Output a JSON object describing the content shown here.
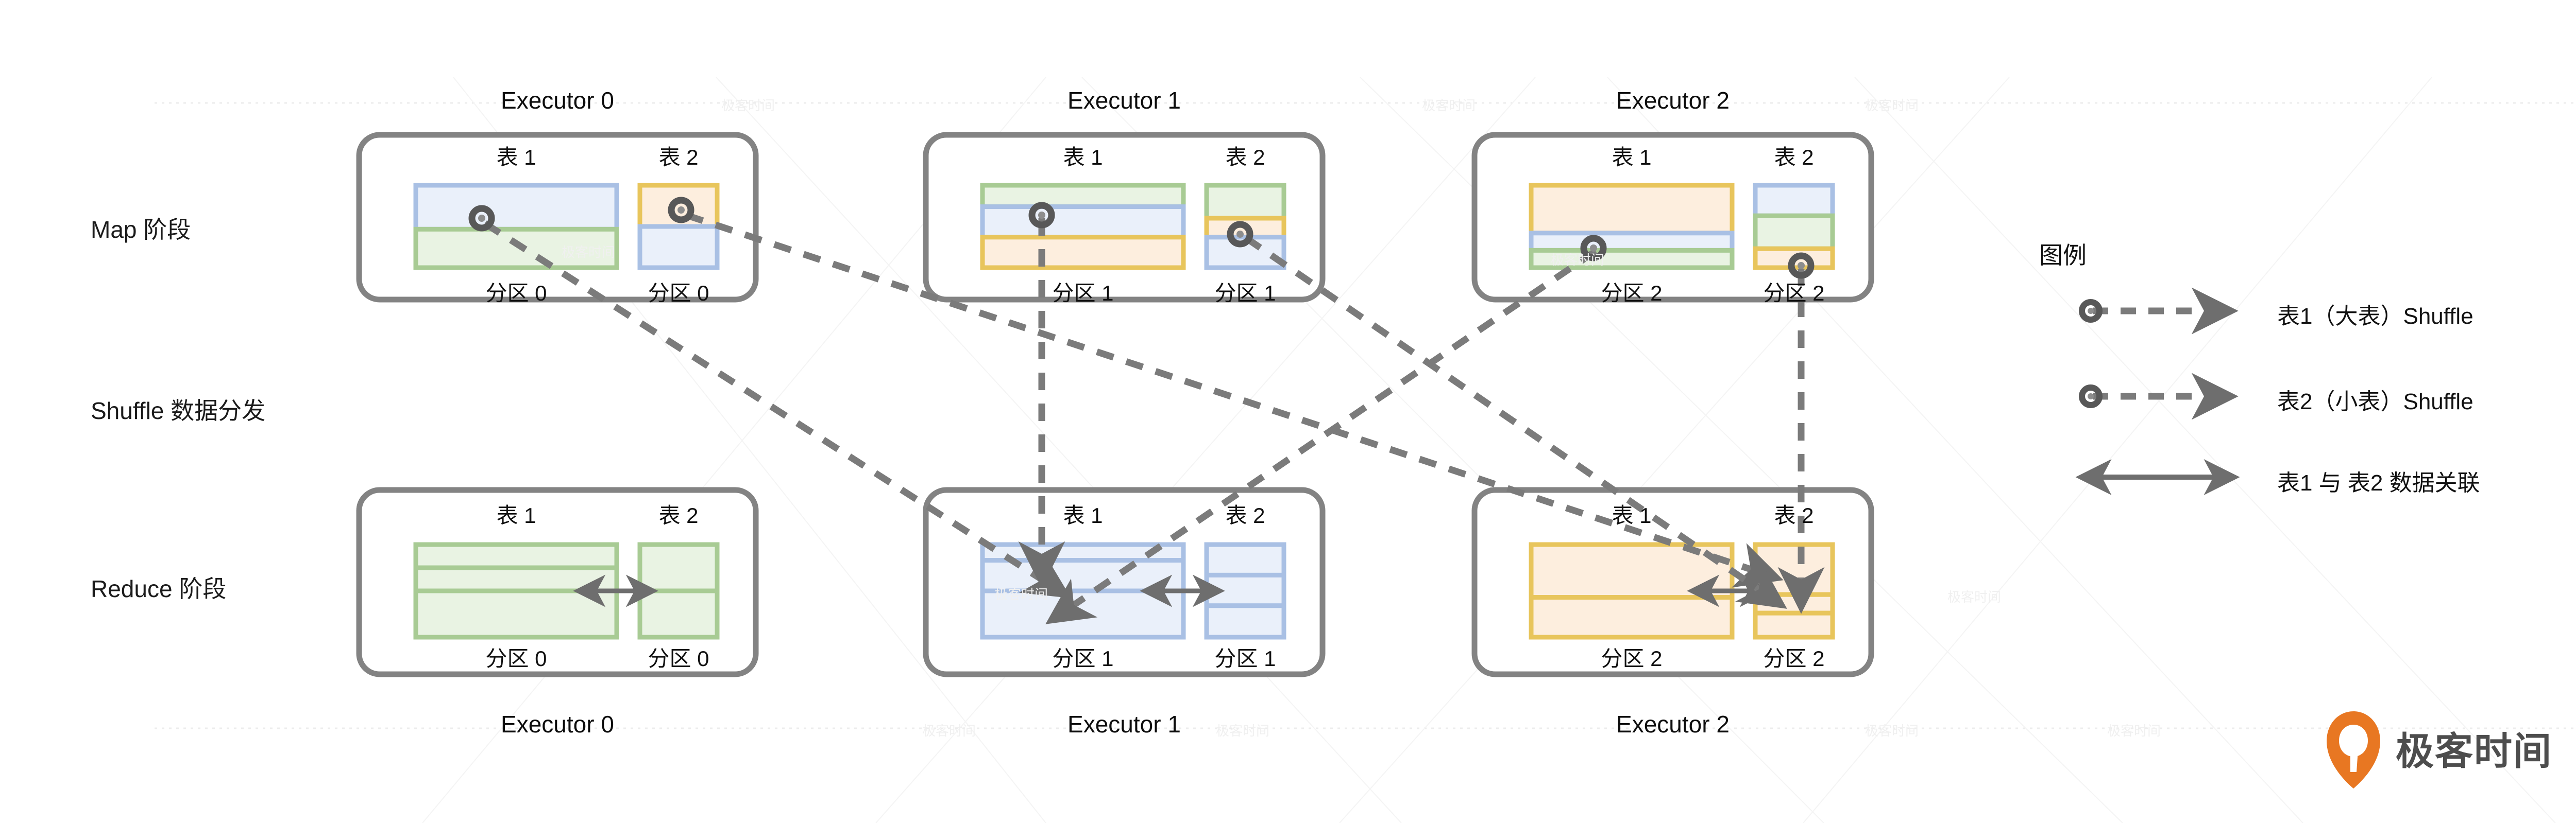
{
  "diagram": {
    "title_hidden": "Spark Shuffle Join 数据流",
    "stages": [
      {
        "id": "map",
        "label": "Map 阶段"
      },
      {
        "id": "shuffle",
        "label": "Shuffle 数据分发"
      },
      {
        "id": "reduce",
        "label": "Reduce 阶段"
      }
    ],
    "colors": {
      "blue_fill": "#eaf0fa",
      "blue_border": "#a9c0e4",
      "green_fill": "#e9f3e3",
      "green_border": "#a8cb94",
      "orange_fill": "#fdeede",
      "orange_border": "#e8c55c",
      "box_border": "#808080",
      "arrow": "#7b7b7b",
      "text": "#111111",
      "logo_orange": "#e87722",
      "logo_gray": "#4d4d4d",
      "faint_line": "#ededed"
    },
    "table_labels": {
      "t1": "表 1",
      "t2": "表 2"
    },
    "map_row": {
      "executors": [
        {
          "name": "Executor 0",
          "partition_label": "分区 0",
          "t1_bands": [
            {
              "color": "blue",
              "weight": 48
            },
            {
              "color": "green",
              "weight": 42
            }
          ],
          "t2_bands": [
            {
              "color": "orange",
              "weight": 50
            },
            {
              "color": "blue",
              "weight": 50
            }
          ]
        },
        {
          "name": "Executor 1",
          "partition_label": "分区 1",
          "t1_bands": [
            {
              "color": "green",
              "weight": 26
            },
            {
              "color": "blue",
              "weight": 37
            },
            {
              "color": "orange",
              "weight": 37
            }
          ],
          "t2_bands": [
            {
              "color": "green",
              "weight": 40
            },
            {
              "color": "orange",
              "weight": 23
            },
            {
              "color": "blue",
              "weight": 37
            }
          ]
        },
        {
          "name": "Executor 2",
          "partition_label": "分区 2",
          "t1_bands": [
            {
              "color": "orange",
              "weight": 58
            },
            {
              "color": "blue",
              "weight": 21
            },
            {
              "color": "green",
              "weight": 21
            }
          ],
          "t2_bands": [
            {
              "color": "blue",
              "weight": 37
            },
            {
              "color": "green",
              "weight": 40
            },
            {
              "color": "orange",
              "weight": 23
            }
          ]
        }
      ]
    },
    "reduce_row": {
      "executors": [
        {
          "name": "Executor 0",
          "partition_label": "分区 0",
          "t1_bands": [
            {
              "color": "green",
              "weight": 25
            },
            {
              "color": "green",
              "weight": 25
            },
            {
              "color": "green",
              "weight": 50
            }
          ],
          "t2_bands": [
            {
              "color": "green",
              "weight": 50
            },
            {
              "color": "green",
              "weight": 50
            }
          ]
        },
        {
          "name": "Executor 1",
          "partition_label": "分区 1",
          "t1_bands": [
            {
              "color": "blue",
              "weight": 17
            },
            {
              "color": "blue",
              "weight": 33
            },
            {
              "color": "blue",
              "weight": 50
            }
          ],
          "t2_bands": [
            {
              "color": "blue",
              "weight": 33
            },
            {
              "color": "blue",
              "weight": 33
            },
            {
              "color": "blue",
              "weight": 34
            }
          ]
        },
        {
          "name": "Executor 2",
          "partition_label": "分区 2",
          "t1_bands": [
            {
              "color": "orange",
              "weight": 57
            },
            {
              "color": "orange",
              "weight": 43
            }
          ],
          "t2_bands": [
            {
              "color": "orange",
              "weight": 54
            },
            {
              "color": "orange",
              "weight": 20
            },
            {
              "color": "orange",
              "weight": 26
            }
          ]
        }
      ]
    },
    "legend": {
      "title": "图例",
      "items": [
        {
          "icon": "dashed-arrow-dot",
          "label": "表1（大表）Shuffle"
        },
        {
          "icon": "dashed-arrow-dot",
          "label": "表2（小表）Shuffle"
        },
        {
          "icon": "double-arrow",
          "label": "表1 与 表2 数据关联"
        }
      ]
    },
    "logo": {
      "text": "极客时间",
      "mark": "geek-pin-icon"
    },
    "watermark_text": "极客时间"
  }
}
